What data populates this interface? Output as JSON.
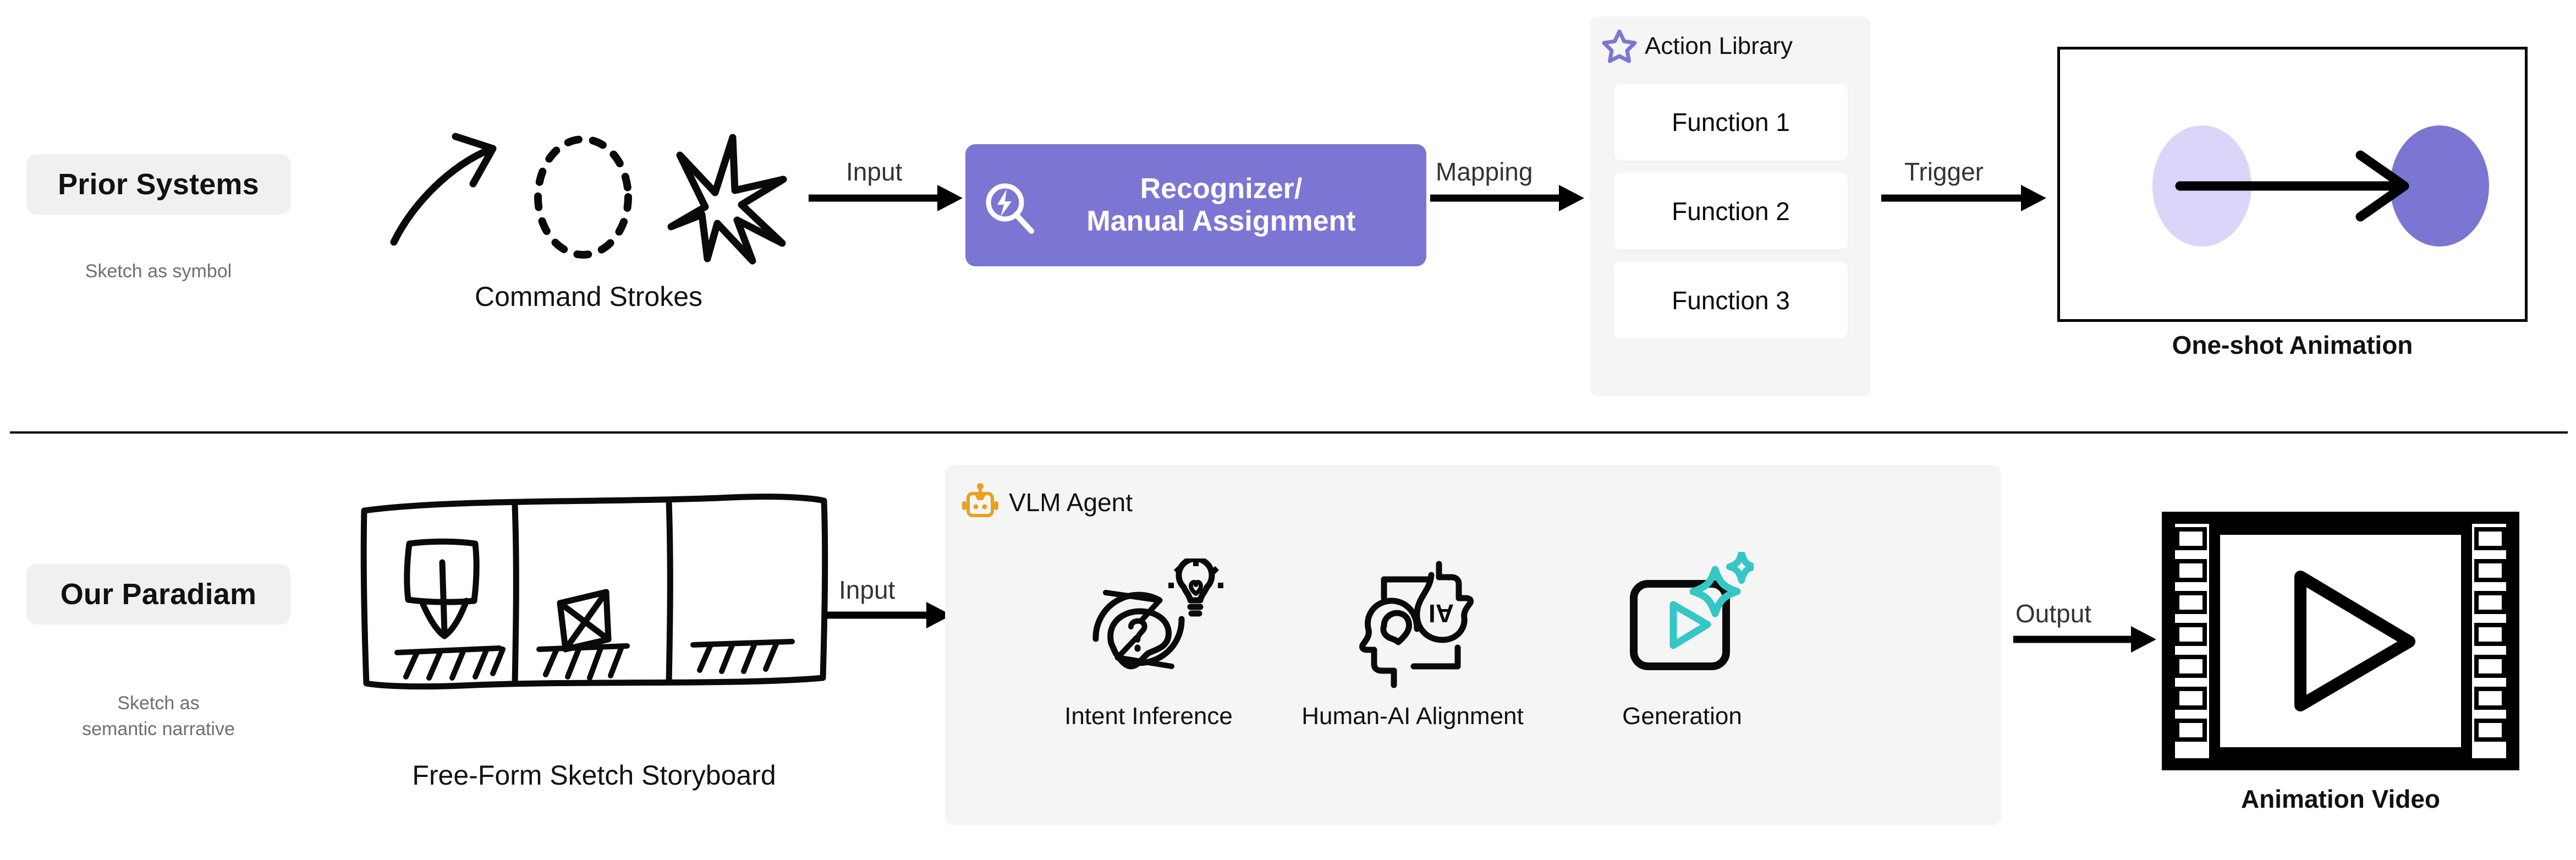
{
  "colors": {
    "purple": "#7B76D4",
    "purple_light": "#D9D6FA",
    "teal": "#35C6C6",
    "orange": "#E9A020",
    "panel_bg": "#F5F5F6",
    "chip_bg": "#F0F0F0",
    "label_gray": "#6F6F6F",
    "arrow_label": "#333333",
    "ink": "#000000"
  },
  "rows": {
    "prior": {
      "chip_label": "Prior Systems",
      "sub_label": "Sketch as symbol",
      "sketch_caption": "Command Strokes",
      "sketch_icons": [
        "curved-arrow-stroke",
        "dashed-ellipse-stroke",
        "star-burst-stroke"
      ],
      "arrow_input": "Input",
      "process": {
        "title_line1": "Recognizer/",
        "title_line2": "Manual Assignment",
        "icon": "magnifier-lightning-icon"
      },
      "arrow_mapping": "Mapping",
      "library": {
        "title": "Action Library",
        "icon": "star-outline-icon",
        "functions": [
          "Function 1",
          "Function 2",
          "Function 3"
        ]
      },
      "arrow_trigger": "Trigger",
      "output": {
        "caption": "One-shot Animation",
        "content": "two-circles-with-arrow"
      }
    },
    "ours": {
      "chip_label": "Our Paradiam",
      "sub_label_line1": "Sketch as",
      "sub_label_line2": "semantic narrative",
      "sketch_caption": "Free-Form Sketch Storyboard",
      "sketch_icon": "hand-drawn-three-panel-storyboard",
      "arrow_input": "Input",
      "agent": {
        "title": "VLM Agent",
        "icon": "robot-head-icon",
        "capabilities": [
          {
            "label": "Intent Inference",
            "icon": "question-brain-loop-bulb-icon"
          },
          {
            "label": "Human-AI Alignment",
            "icon": "human-head-ai-head-icon"
          },
          {
            "label": "Generation",
            "icon": "play-frame-sparkle-icon"
          }
        ]
      },
      "arrow_output": "Output",
      "output": {
        "caption": "Animation Video",
        "content": "film-strip-play-icon"
      }
    }
  }
}
